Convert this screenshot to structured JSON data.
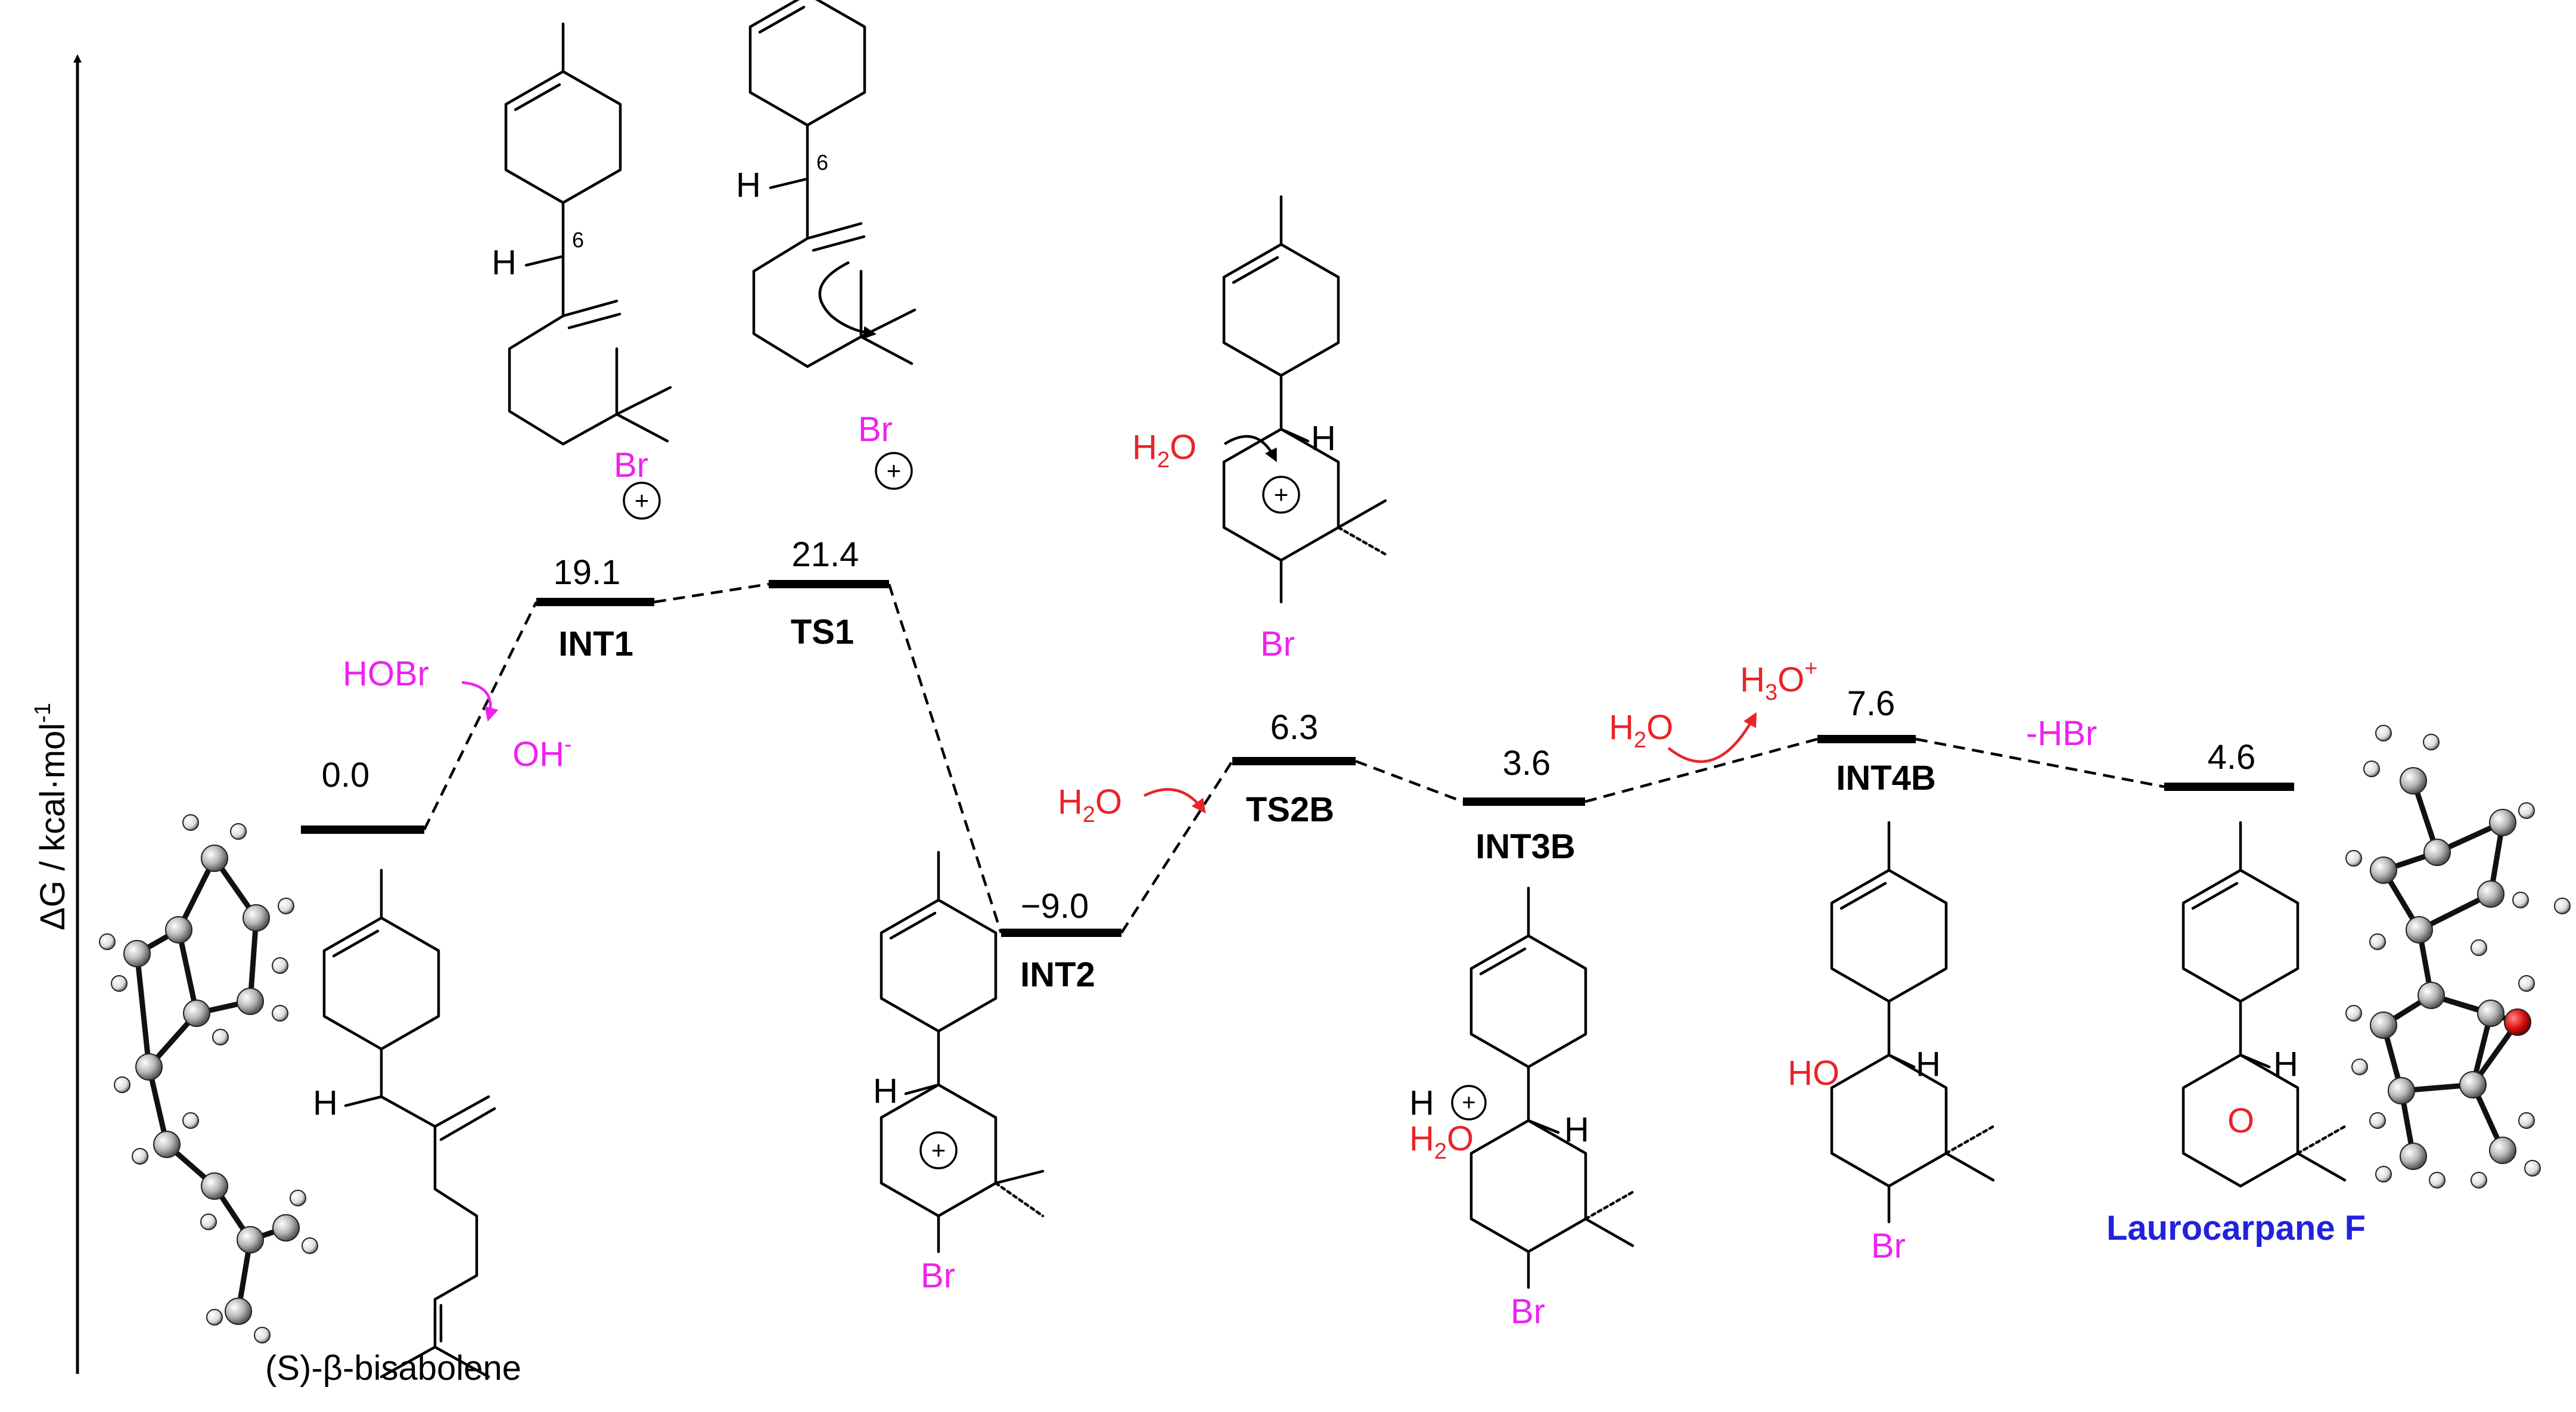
{
  "axis": {
    "label": "ΔG / kcal·mol",
    "label_superscript": "-1"
  },
  "colors": {
    "black": "#000000",
    "magenta": "#ee22ee",
    "red": "#e8242a",
    "blue": "#2222dd",
    "atom_carbon": "#b8b8b8",
    "atom_oxygen": "#dd1111"
  },
  "levels": [
    {
      "id": "start",
      "energy": "0.0",
      "name": ""
    },
    {
      "id": "int1",
      "energy": "19.1",
      "name": "INT1"
    },
    {
      "id": "ts1",
      "energy": "21.4",
      "name": "TS1"
    },
    {
      "id": "int2",
      "energy": "−9.0",
      "name": "INT2"
    },
    {
      "id": "ts2b",
      "energy": "6.3",
      "name": "TS2B"
    },
    {
      "id": "int3b",
      "energy": "3.6",
      "name": "INT3B"
    },
    {
      "id": "int4b",
      "energy": "7.6",
      "name": "INT4B"
    },
    {
      "id": "product",
      "energy": "4.6",
      "name": ""
    }
  ],
  "reagents": {
    "hobr": "HOBr",
    "oh": "OH",
    "oh_sup": "-",
    "h2o_a": "H",
    "h2o_sub": "2",
    "h2o_o": "O",
    "h3o_h": "H",
    "h3o_sub": "3",
    "h3o_o": "O",
    "h3o_sup": "+",
    "minus_hbr": "-HBr"
  },
  "molecules": {
    "start_name_prefix": "(S)-",
    "start_name_greek": "β",
    "start_name_suffix": "-bisabolene",
    "product_name": "Laurocarpane F",
    "atoms": {
      "h": "H",
      "br": "Br",
      "ho": "HO",
      "o": "O",
      "six": "6",
      "plus": "+"
    }
  }
}
